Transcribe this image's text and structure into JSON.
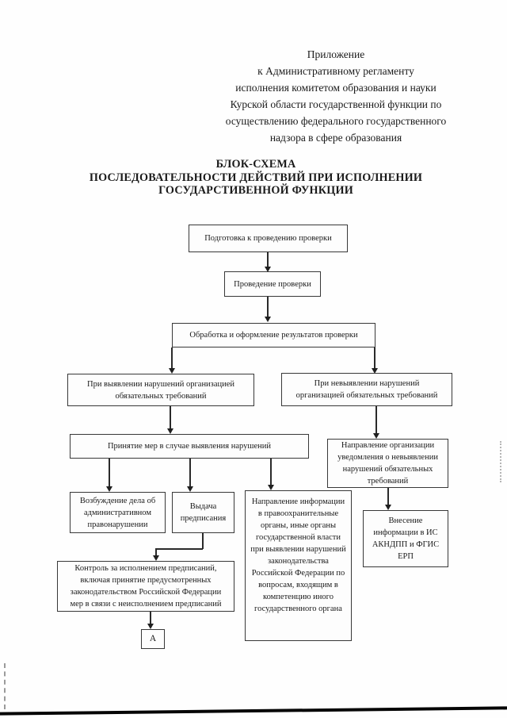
{
  "header": {
    "appendix": "Приложение\nк Административному регламенту\nисполнения комитетом образования и науки\nКурской области государственной функции по\nосуществлению федерального государственного\nнадзора в сфере образования",
    "title": "БЛОК-СХЕМА\nПОСЛЕДОВАТЕЛЬНОСТИ ДЕЙСТВИЙ ПРИ ИСПОЛНЕНИИ\nГОСУДАРСТИВЕННОЙ ФУНКЦИИ"
  },
  "flowchart": {
    "nodes": {
      "prep": "Подготовка к проведению проверки",
      "conduct": "Проведение проверки",
      "processing": "Обработка и оформление результатов проверки",
      "violations_found": "При выявлении нарушений организацией\nобязательных требований",
      "no_violations": "При невыявлении нарушений\nорганизацией обязательных требований",
      "measures": "Принятие мер в случае выявления нарушений",
      "notice": "Направление организации\nуведомления о невыявлении\nнарушений обязательных\nтребований",
      "case_initiation": "Возбуждение дела об\nадминистративном\nправонарушении",
      "prescription": "Выдача\nпредписания",
      "info_transfer": "Направление информации\nв правоохранительные\nорганы, иные органы\nгосударственной власти\nпри выявлении нарушений\nзаконодательства\nРоссийской Федерации по\nвопросам, входящим в\nкомпетенцию иного\nгосударственного органа",
      "register_entry": "Внесение\nинформации в ИС\nАКНДПП и ФГИС\nЕРП",
      "control": "Контроль за исполнением предписаний,\nвключая принятие предусмотренных\nзаконодательством Российской Федерации\nмер в связи с неисполнением предписаний",
      "connector_a": "А"
    }
  },
  "colors": {
    "ink": "#1a1a1a",
    "box_border": "#383838",
    "paper": "#fefefe"
  }
}
